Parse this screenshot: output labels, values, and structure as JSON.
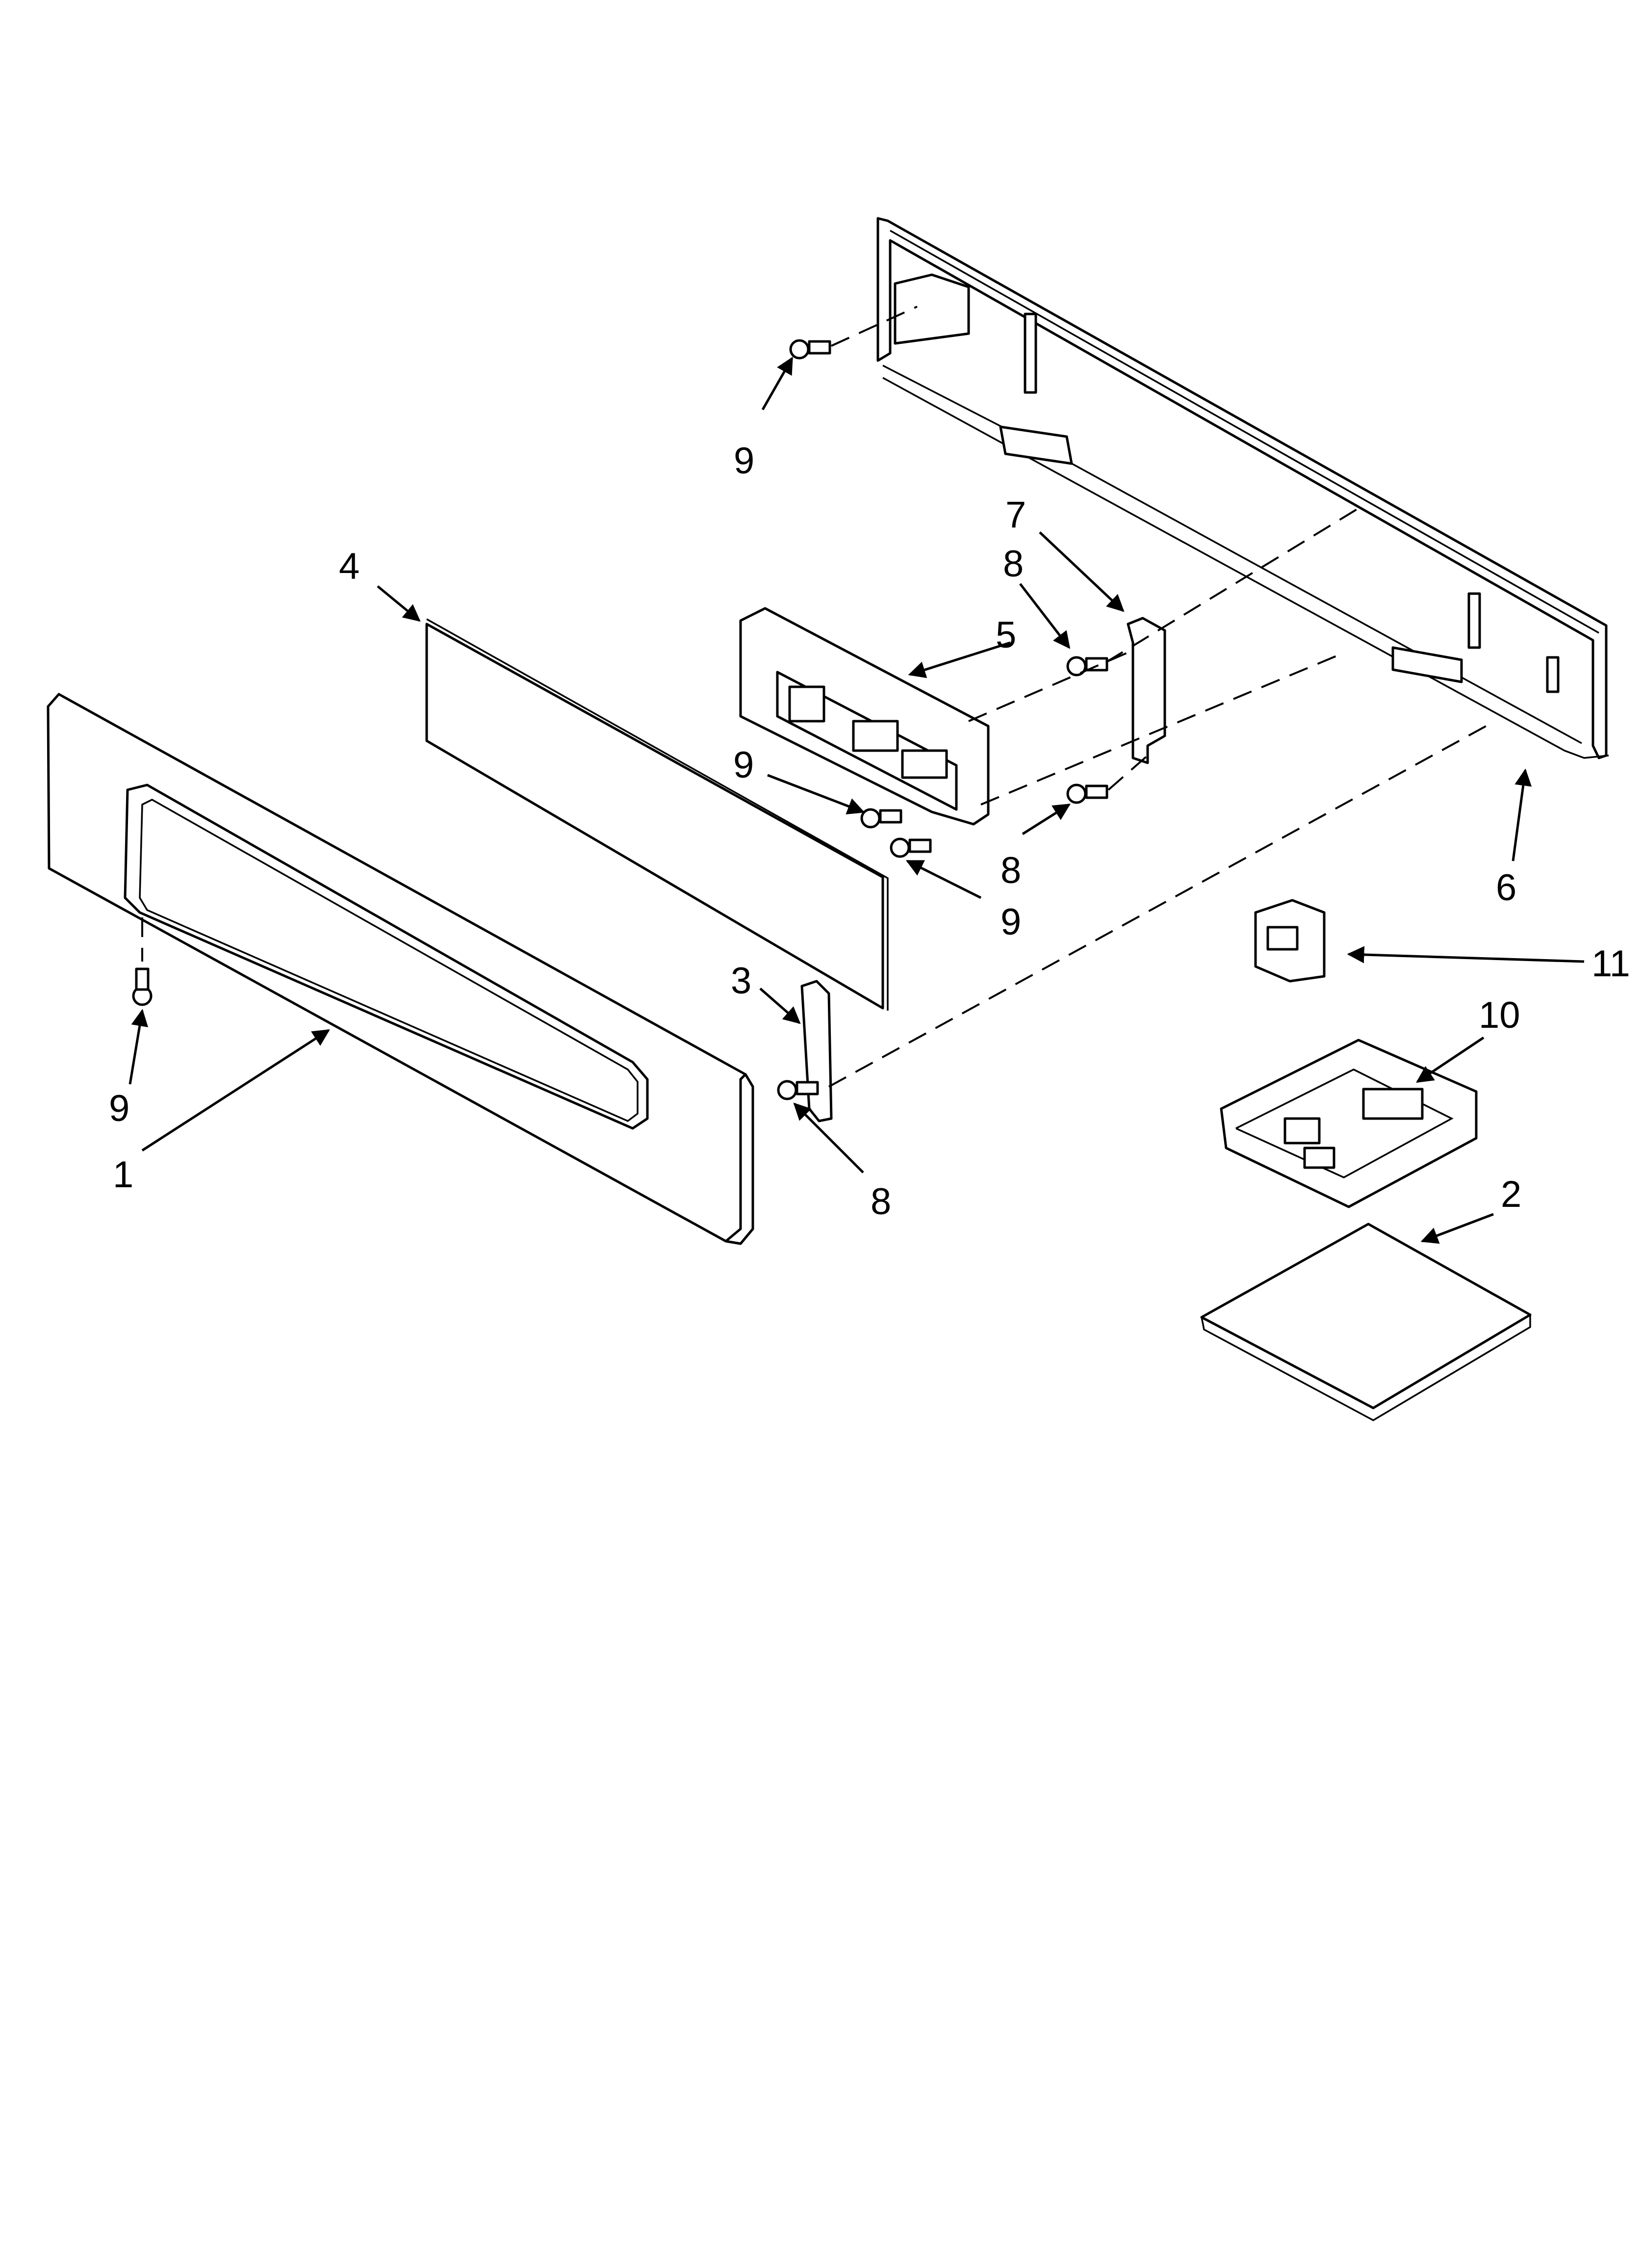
{
  "callouts": {
    "c1": "1",
    "c2": "2",
    "c3": "3",
    "c4": "4",
    "c5": "5",
    "c6": "6",
    "c7": "7",
    "c8_upper": "8",
    "c8_middle": "8",
    "c8_lower": "8",
    "c9_top": "9",
    "c9_left": "9",
    "c9_upper_mid": "9",
    "c9_lower_mid": "9",
    "c10": "10",
    "c11": "11"
  }
}
